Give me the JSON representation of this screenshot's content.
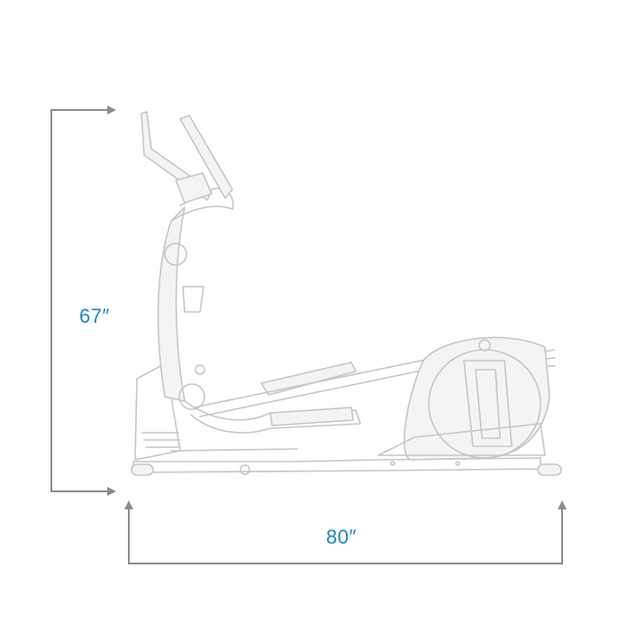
{
  "dimensions": {
    "height_label": "67″",
    "length_label": "80″"
  },
  "colors": {
    "label": "#1a86c4",
    "dimension_line": "#8c8c8c",
    "drawing_line": "#c6c6c6",
    "drawing_fill": "#f4f4f4"
  },
  "product": {
    "icon": "elliptical-trainer-outline"
  }
}
